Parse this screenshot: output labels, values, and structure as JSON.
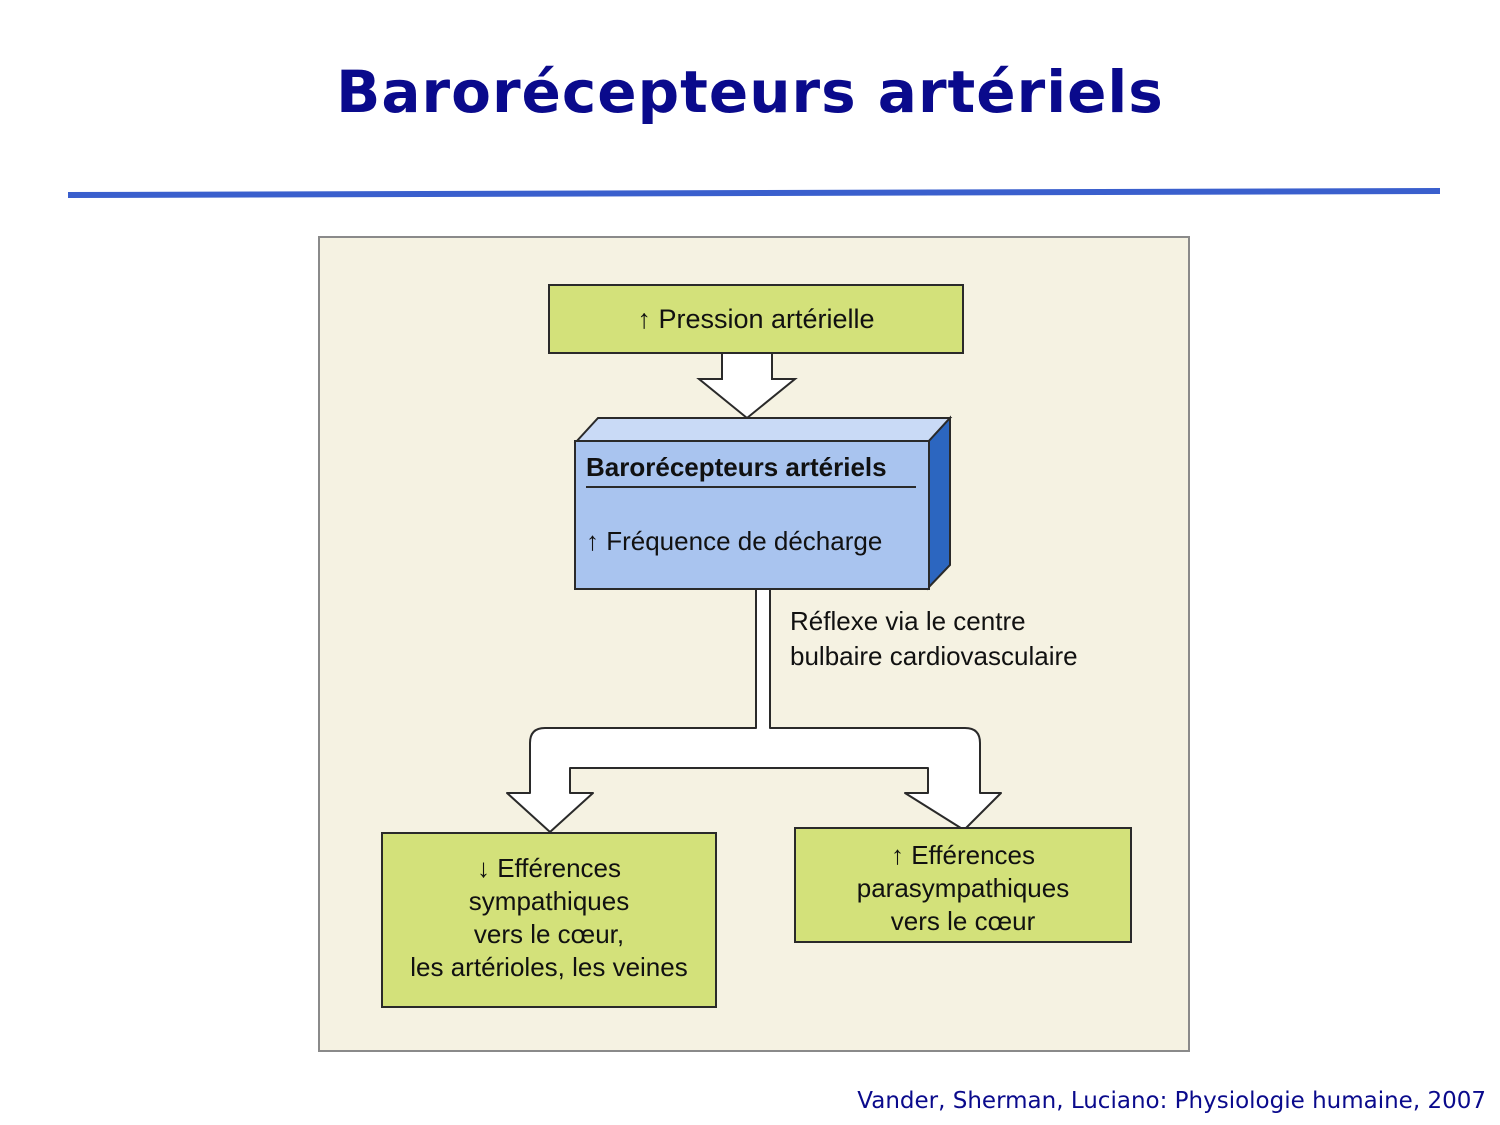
{
  "slide": {
    "title": "Barorécepteurs artériels",
    "citation": "Vander, Sherman, Luciano: Physiologie humaine, 2007"
  },
  "diagram": {
    "top_box": "↑ Pression artérielle",
    "receptor_box": {
      "heading": "Barorécepteurs artériels",
      "value": "↑ Fréquence de décharge"
    },
    "reflex_label": [
      "Réflexe via le centre",
      "bulbaire cardiovasculaire"
    ],
    "left_box": [
      "↓ Efférences",
      "sympathiques",
      "vers le cœur,",
      "les artérioles, les veines"
    ],
    "right_box": [
      "↑ Efférences",
      "parasympathiques",
      "vers le cœur"
    ]
  },
  "colors": {
    "title": "#0a0a8c",
    "rule": "#3a5fcd",
    "green_box": "#d3e17a",
    "blue_box": "#a9c4ef",
    "figure_bg": "#f5f2e2"
  }
}
